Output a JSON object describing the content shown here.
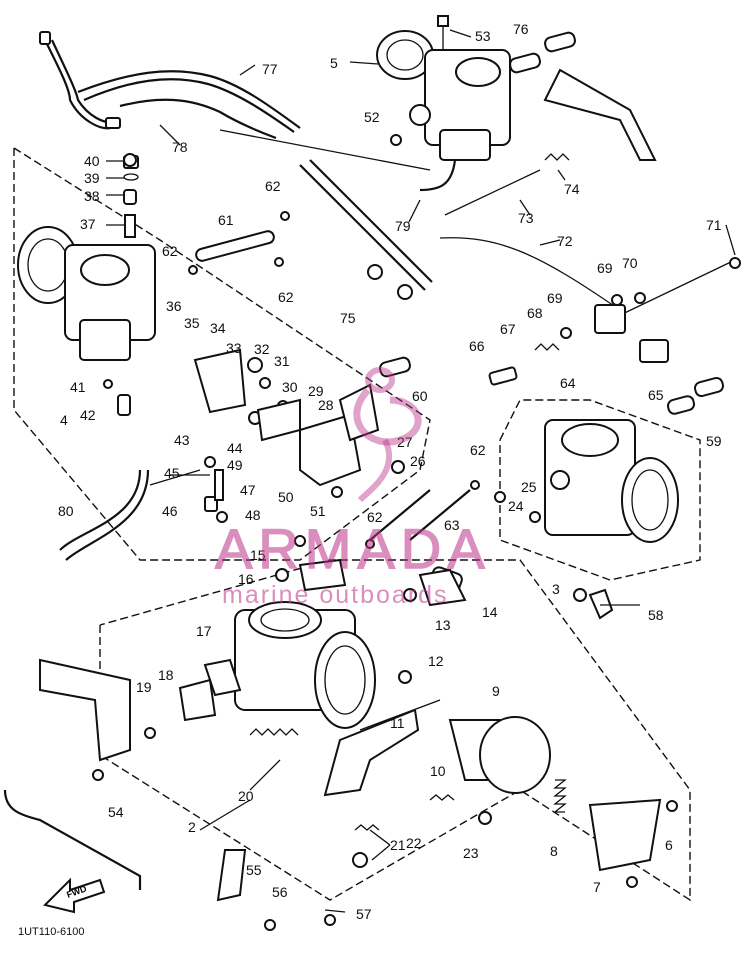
{
  "diagram": {
    "drawing_code": "1UT110-6100",
    "front_arrow_label": "FWD",
    "callouts": [
      "2",
      "3",
      "4",
      "5",
      "6",
      "7",
      "8",
      "9",
      "10",
      "11",
      "12",
      "13",
      "14",
      "15",
      "16",
      "17",
      "18",
      "19",
      "20",
      "21",
      "22",
      "23",
      "24",
      "25",
      "26",
      "27",
      "28",
      "29",
      "30",
      "31",
      "32",
      "33",
      "34",
      "35",
      "36",
      "37",
      "38",
      "39",
      "40",
      "41",
      "42",
      "43",
      "44",
      "45",
      "46",
      "47",
      "48",
      "49",
      "50",
      "51",
      "52",
      "53",
      "54",
      "55",
      "56",
      "57",
      "58",
      "59",
      "60",
      "61",
      "62",
      "63",
      "64",
      "65",
      "66",
      "67",
      "68",
      "69",
      "70",
      "71",
      "72",
      "73",
      "74",
      "75",
      "76",
      "77",
      "78",
      "79",
      "80"
    ]
  },
  "watermark": {
    "brand": "ARMADA",
    "tagline": "marine outboards"
  },
  "colors": {
    "line": "#111111",
    "watermark": "#bb3388",
    "background": "#ffffff"
  }
}
